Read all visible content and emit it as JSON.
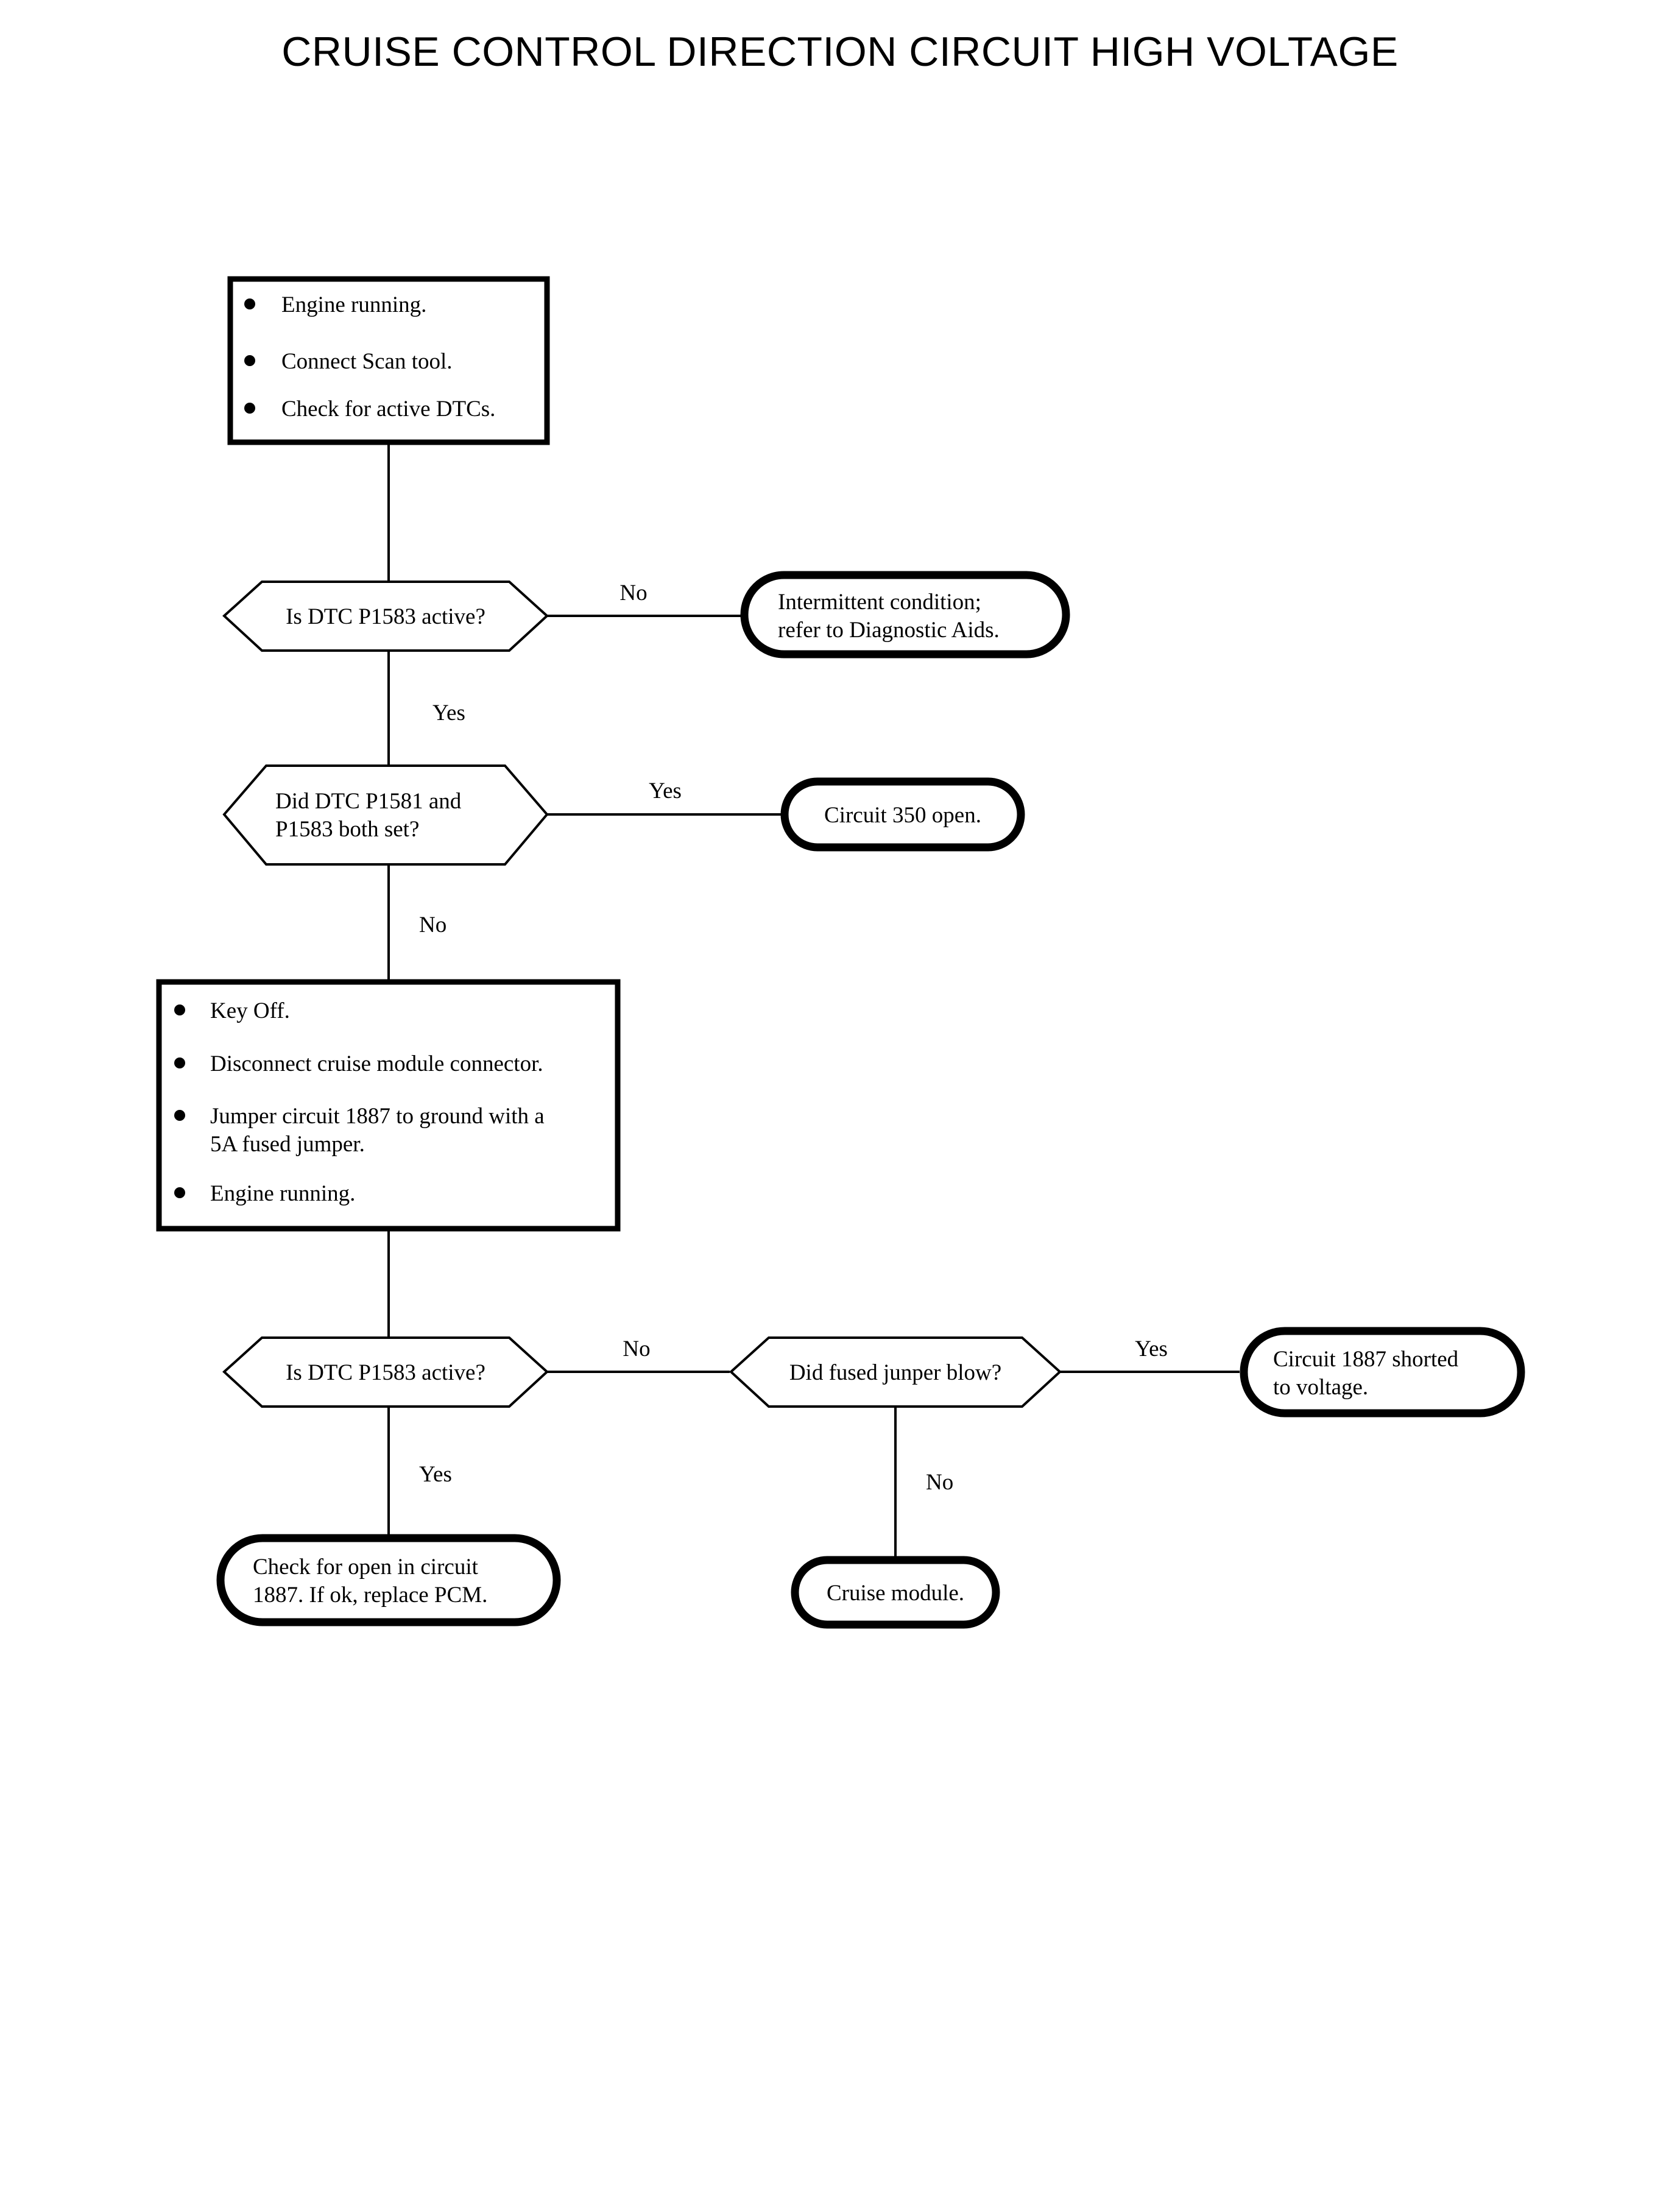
{
  "title": "CRUISE CONTROL DIRECTION CIRCUIT HIGH VOLTAGE",
  "diagram": {
    "type": "flowchart",
    "orientation": "top-down",
    "nodes": [
      {
        "id": "step1",
        "shape": "process",
        "bullets": [
          "Engine running.",
          "Connect Scan tool.",
          "Check for active DTCs."
        ]
      },
      {
        "id": "q1",
        "shape": "decision",
        "lines": [
          "Is DTC P1583 active?"
        ]
      },
      {
        "id": "t1",
        "shape": "terminal",
        "lines": [
          "Intermittent condition;",
          "refer to Diagnostic Aids."
        ]
      },
      {
        "id": "q2",
        "shape": "decision",
        "lines": [
          "Did DTC P1581 and",
          "P1583 both set?"
        ]
      },
      {
        "id": "t2",
        "shape": "terminal",
        "lines": [
          "Circuit 350 open."
        ]
      },
      {
        "id": "step2",
        "shape": "process",
        "bullets": [
          "Key Off.",
          "Disconnect cruise module connector.",
          "Jumper circuit 1887 to ground with a|5A fused jumper.",
          "Engine running."
        ]
      },
      {
        "id": "q3",
        "shape": "decision",
        "lines": [
          "Is DTC P1583 active?"
        ]
      },
      {
        "id": "q4",
        "shape": "decision",
        "lines": [
          "Did fused junper blow?"
        ]
      },
      {
        "id": "t3",
        "shape": "terminal",
        "lines": [
          "Circuit 1887 shorted",
          "to voltage."
        ]
      },
      {
        "id": "t4",
        "shape": "terminal",
        "lines": [
          "Check for open in circuit",
          "1887. If ok, replace PCM."
        ]
      },
      {
        "id": "t5",
        "shape": "terminal",
        "lines": [
          "Cruise module."
        ]
      }
    ],
    "edges": [
      {
        "id": "e1",
        "from": "step1",
        "to": "q1",
        "label": ""
      },
      {
        "id": "e2",
        "from": "q1",
        "to": "t1",
        "label": "No"
      },
      {
        "id": "e3",
        "from": "q1",
        "to": "q2",
        "label": "Yes"
      },
      {
        "id": "e4",
        "from": "q2",
        "to": "t2",
        "label": "Yes"
      },
      {
        "id": "e5",
        "from": "q2",
        "to": "step2",
        "label": "No"
      },
      {
        "id": "e6",
        "from": "step2",
        "to": "q3",
        "label": ""
      },
      {
        "id": "e7",
        "from": "q3",
        "to": "q4",
        "label": "No"
      },
      {
        "id": "e8",
        "from": "q4",
        "to": "t3",
        "label": "Yes"
      },
      {
        "id": "e9",
        "from": "q3",
        "to": "t4",
        "label": "Yes"
      },
      {
        "id": "e10",
        "from": "q4",
        "to": "t5",
        "label": "No"
      }
    ]
  },
  "text": {
    "step1_b1": "Engine running.",
    "step1_b2": "Connect Scan tool.",
    "step1_b3": "Check for active DTCs.",
    "q1_l1": "Is DTC P1583 active?",
    "t1_l1": "Intermittent condition;",
    "t1_l2": "refer to Diagnostic Aids.",
    "q2_l1": "Did DTC P1581 and",
    "q2_l2": "P1583 both set?",
    "t2_l1": "Circuit 350 open.",
    "step2_b1": "Key Off.",
    "step2_b2": "Disconnect cruise module connector.",
    "step2_b3a": "Jumper circuit 1887 to ground with a",
    "step2_b3b": "5A fused jumper.",
    "step2_b4": "Engine running.",
    "q3_l1": "Is DTC P1583 active?",
    "q4_l1": "Did fused junper blow?",
    "t3_l1": "Circuit 1887 shorted",
    "t3_l2": "to voltage.",
    "t4_l1": "Check for open in circuit",
    "t4_l2": "1887. If ok, replace PCM.",
    "t5_l1": "Cruise module.",
    "lbl_q1_no": "No",
    "lbl_q1_yes": "Yes",
    "lbl_q2_yes": "Yes",
    "lbl_q2_no": "No",
    "lbl_q3_no": "No",
    "lbl_q3_yes": "Yes",
    "lbl_q4_yes": "Yes",
    "lbl_q4_no": "No"
  },
  "colors": {
    "ink": "#000000",
    "paper": "#ffffff"
  }
}
